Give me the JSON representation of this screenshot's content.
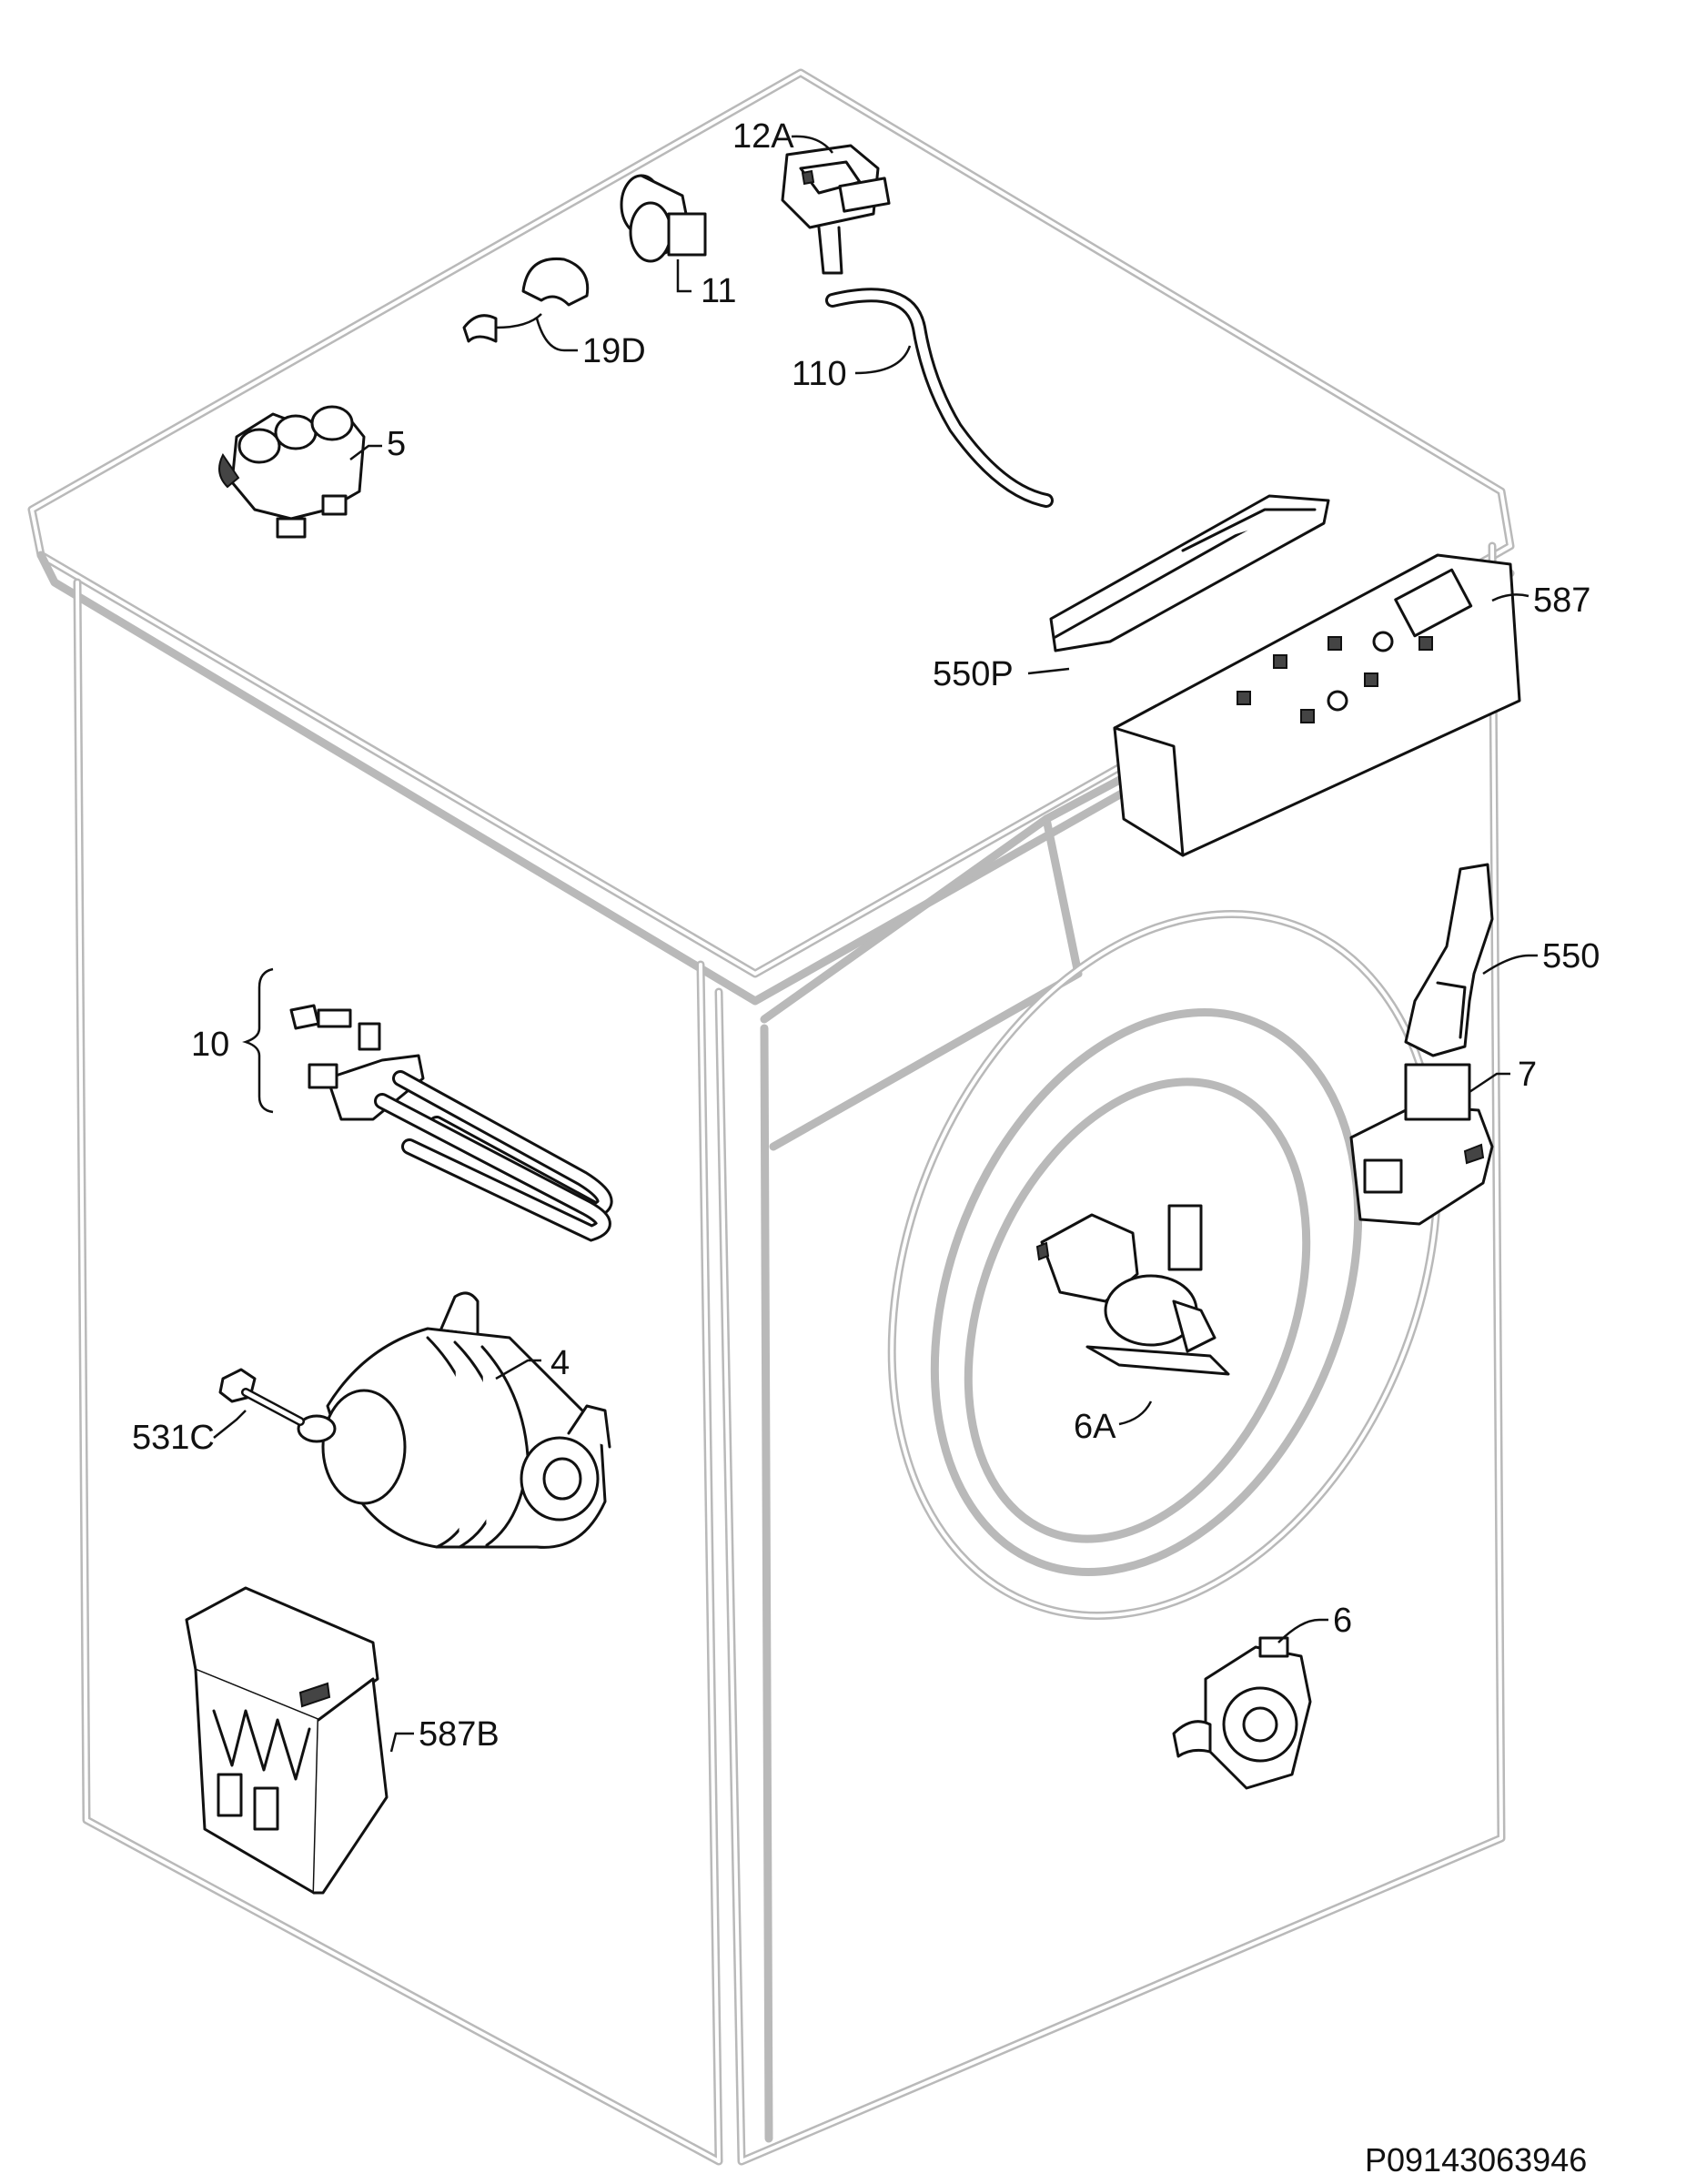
{
  "labels": {
    "p12A": "12A",
    "p11": "11",
    "p19D": "19D",
    "p110": "110",
    "p5": "5",
    "p587": "587",
    "p550P": "550P",
    "p550": "550",
    "p7": "7",
    "p10": "10",
    "p6A": "6A",
    "p4": "4",
    "p531C": "531C",
    "p6": "6",
    "p587B": "587B"
  },
  "document_id": "P09143063946"
}
